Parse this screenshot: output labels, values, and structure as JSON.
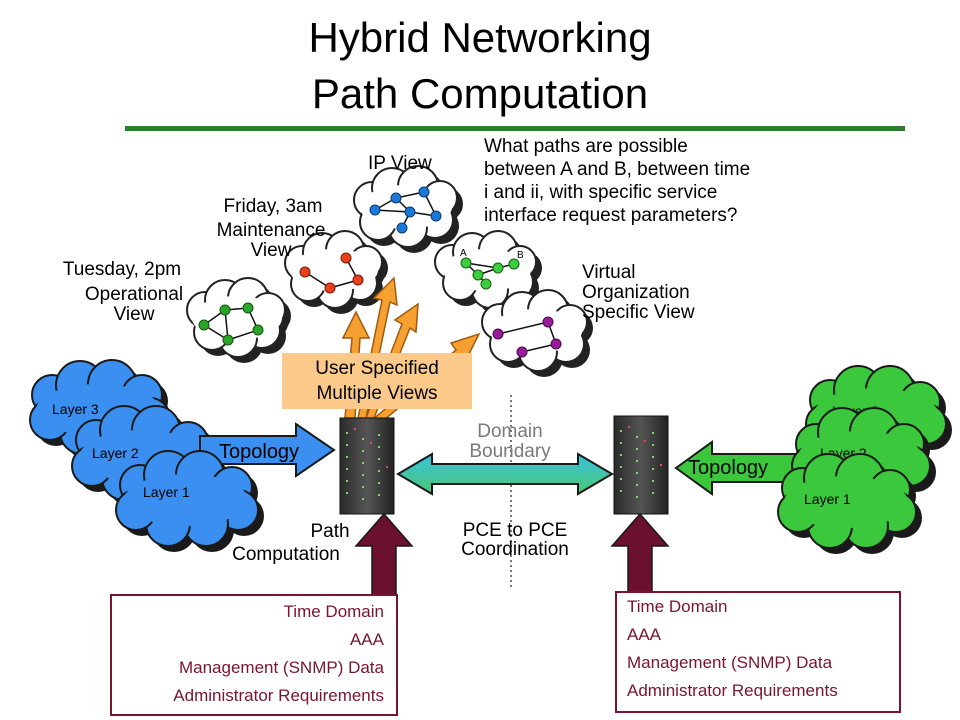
{
  "title": {
    "line1": "Hybrid Networking",
    "line2": "Path Computation"
  },
  "question": {
    "line1": "What paths are possible",
    "line2": "between A and B, between time",
    "line3": "i and ii, with specific service",
    "line4": "interface request parameters?"
  },
  "views": {
    "ip": "IP View",
    "friday": {
      "line1": "Friday, 3am",
      "line2": "Maintenance",
      "line3": "View"
    },
    "tuesday": {
      "line1": "Tuesday, 2pm",
      "line2": "Operational",
      "line3": "View"
    },
    "virtual": {
      "line1": "Virtual",
      "line2": "Organization",
      "line3": "Specific View"
    },
    "node_a": "A",
    "node_b": "B"
  },
  "user_views": {
    "line1": "User Specified",
    "line2": "Multiple Views"
  },
  "left_layers": [
    "Layer 3",
    "Layer 2",
    "Layer 1"
  ],
  "right_layers": [
    "Layer 3",
    "Layer 2",
    "Layer 1"
  ],
  "topology_left": "Topology",
  "topology_right": "Topology",
  "domain_boundary": {
    "line1": "Domain",
    "line2": "Boundary"
  },
  "path_computation": {
    "line1": "Path",
    "line2": "Computation"
  },
  "pce_coordination": {
    "line1": "PCE to PCE",
    "line2": "Coordination"
  },
  "left_inputs": [
    "Time Domain",
    "AAA",
    "Management (SNMP) Data",
    "Administrator Requirements"
  ],
  "right_inputs": [
    "Time Domain",
    "AAA",
    "Management (SNMP) Data",
    "Administrator Requirements"
  ],
  "colors": {
    "blue_cloud": "#3b8ff0",
    "green_cloud": "#3cc83c",
    "title_rule": "#2e7d2e",
    "orange_arrow": "#f5a030",
    "topology_arrow": "#3b8ff0",
    "input_arrow": "#6b1030",
    "info_text": "#7a1430"
  }
}
